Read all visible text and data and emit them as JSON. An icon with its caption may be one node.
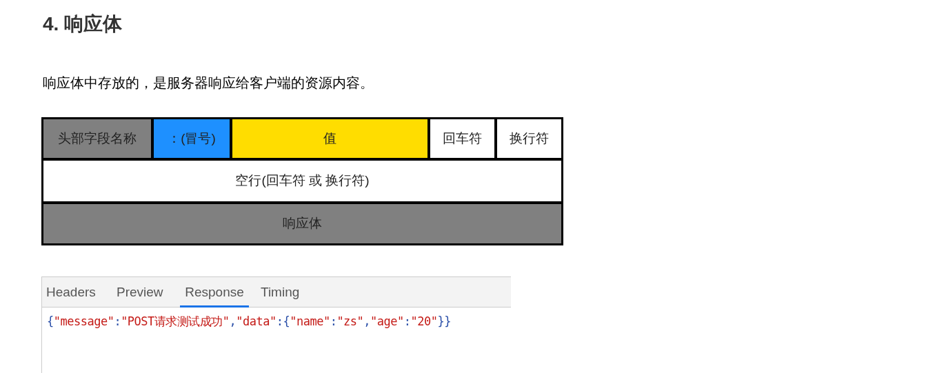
{
  "diagram": {
    "title": "4. 响应体",
    "nodes": [
      {
        "text": [
          "头部字段名称"
        ]
      },
      {
        "text": [
          "：(冒号)"
        ]
      },
      {
        "text": [
          "值"
        ]
      },
      {
        "text": [
          "回车符"
        ]
      },
      {
        "text": [
          "换行符"
        ]
      },
      {
        "text": [
          "空行(回车符 或 换行符)"
        ]
      },
      {
        "text": [
          "响应体"
        ]
      }
    ],
    "labels": [
      "响应体中存放的，是服务器响应给客户端的资源内容。",
      "Headers",
      "Preview",
      "Response",
      "Timing",
      "{\"message\":\"POST请求测试成功\",\"data\":{\"name\":\"zs\",\"age\":\"20\"}}"
    ]
  }
}
